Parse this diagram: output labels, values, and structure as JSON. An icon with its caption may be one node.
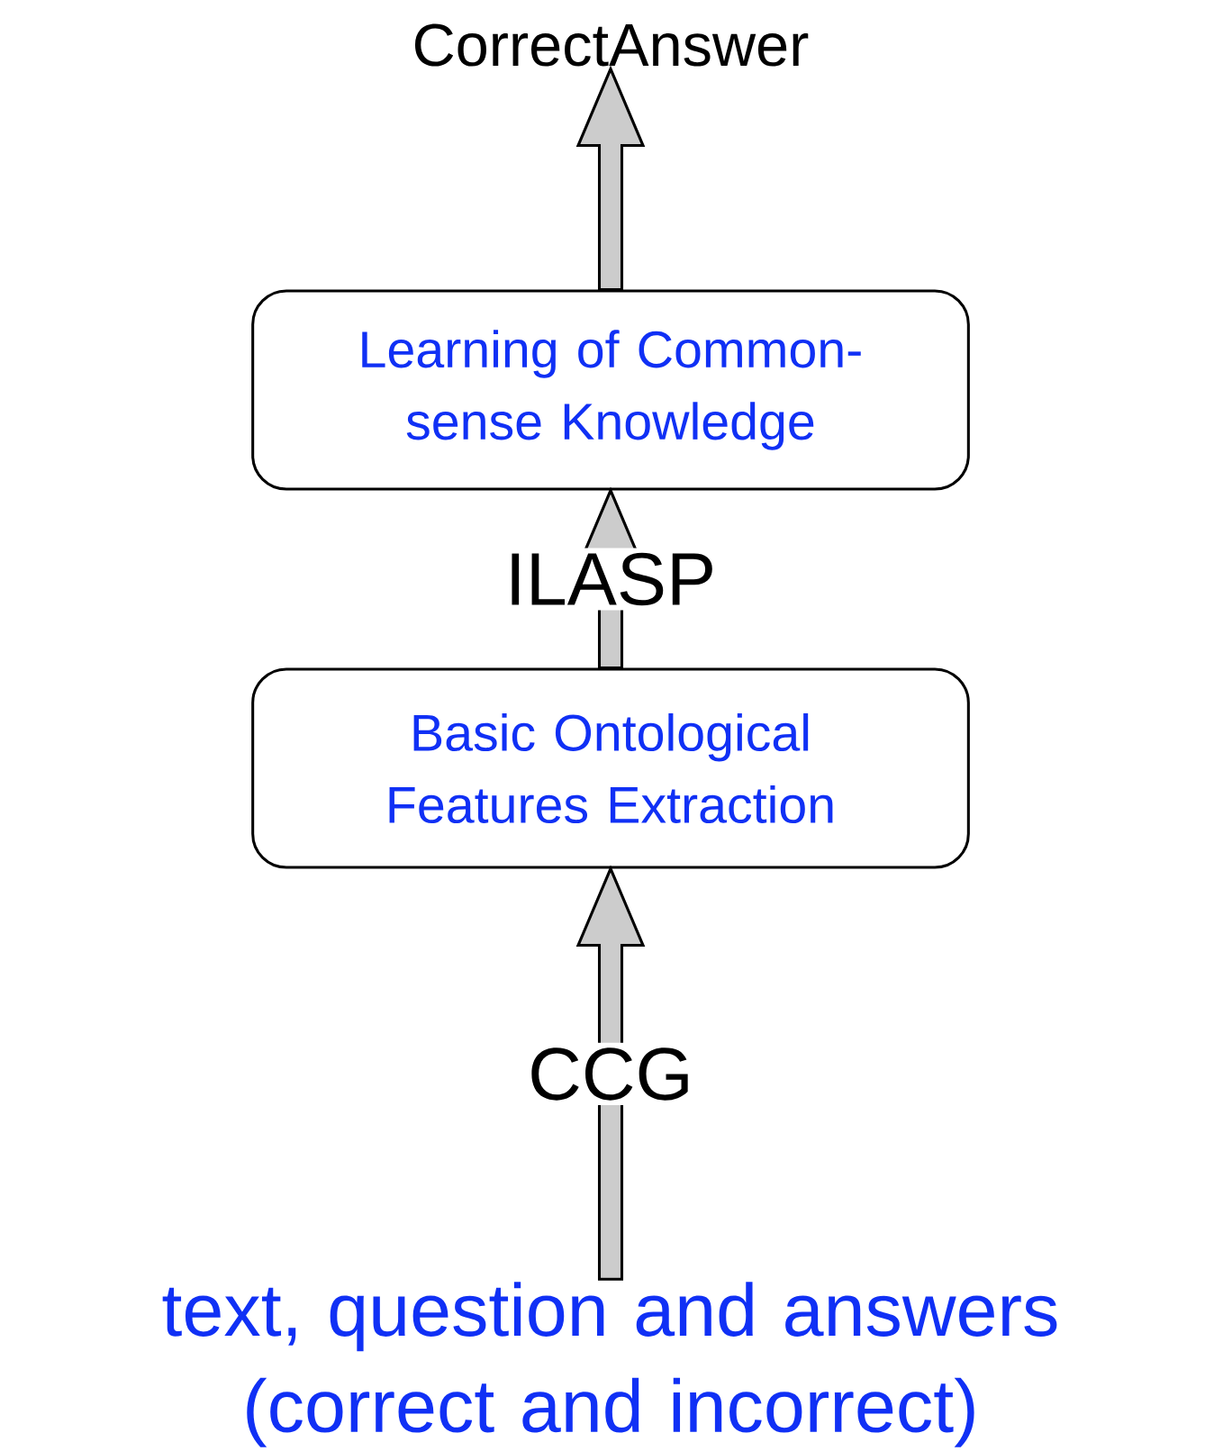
{
  "diagram": {
    "nodes": [
      {
        "text": [
          "CorrectAnswer"
        ]
      },
      {
        "text": [
          "Learning of Common-sense Knowledge"
        ]
      },
      {
        "text": [
          "Basic Ontological Features Extraction"
        ]
      },
      {
        "text": [
          "text, question and answers (correct and incorrect)"
        ]
      }
    ],
    "edges": [
      {
        "from": 3,
        "to": 2,
        "arrow": "to",
        "label": "CCG"
      },
      {
        "from": 2,
        "to": 1,
        "arrow": "to",
        "label": "ILASP"
      },
      {
        "from": 1,
        "to": 0,
        "arrow": "to"
      }
    ]
  }
}
